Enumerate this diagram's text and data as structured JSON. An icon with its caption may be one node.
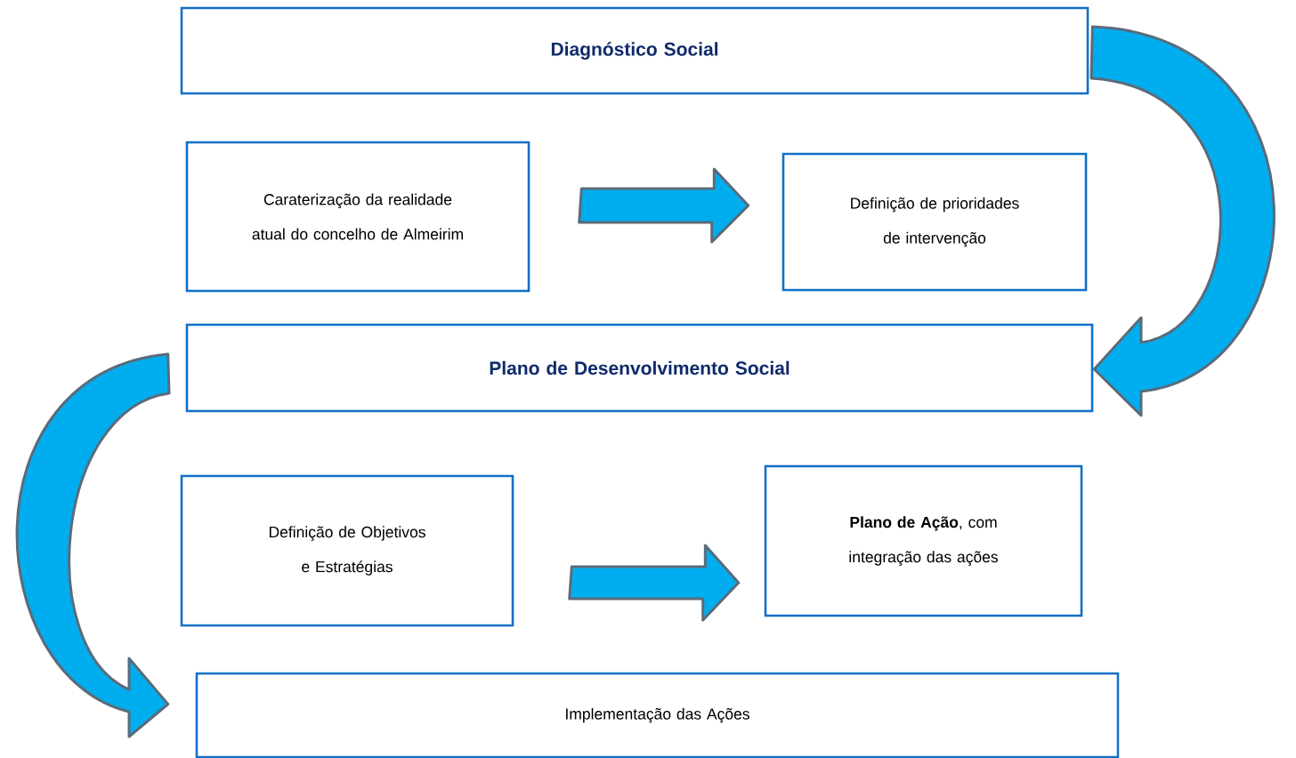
{
  "diagram": {
    "nodes": [
      {
        "text": [
          "Diagnóstico Social"
        ]
      },
      {
        "text": [
          "Caraterização da realidade atual do concelho de Almeirim"
        ]
      },
      {
        "text": [
          "Definição de prioridades de intervenção"
        ]
      },
      {
        "text": [
          "Plano de Desenvolvimento Social"
        ]
      },
      {
        "text": [
          "Definição de Objetivos e Estratégias"
        ]
      },
      {
        "text": [
          "**Plano de Ação**, com integração das ações"
        ]
      },
      {
        "text": [
          "Implementação das Ações"
        ]
      }
    ],
    "edges": [
      {
        "from": 0,
        "to": 3,
        "arrow": "to"
      },
      {
        "from": 1,
        "to": 2,
        "arrow": "to"
      },
      {
        "from": 3,
        "to": 6,
        "arrow": "to"
      },
      {
        "from": 4,
        "to": 5,
        "arrow": "to"
      }
    ]
  }
}
